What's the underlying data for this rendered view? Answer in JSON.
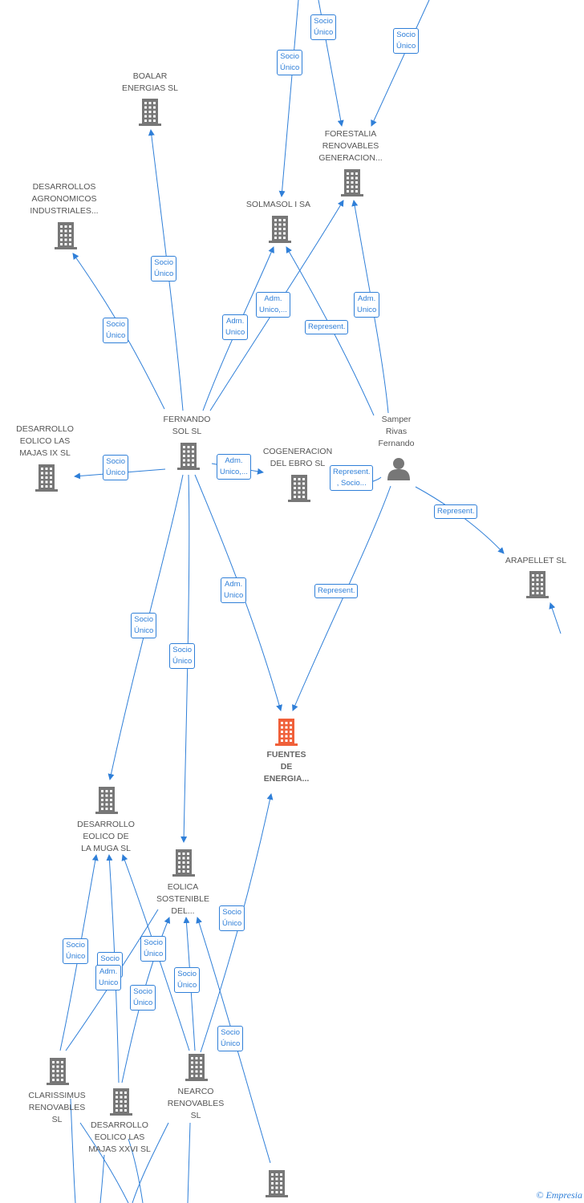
{
  "nodes": [
    {
      "id": "boalar",
      "label": "BOALAR\nENERGIAS  SL",
      "type": "company"
    },
    {
      "id": "forestalia",
      "label": "FORESTALIA\nRENOVABLES\nGENERACION...",
      "type": "company"
    },
    {
      "id": "solmasol",
      "label": "SOLMASOL I SA",
      "type": "company"
    },
    {
      "id": "agronomicos",
      "label": "DESARROLLOS\nAGRONOMICOS\nINDUSTRIALES...",
      "type": "company"
    },
    {
      "id": "fernando_sol",
      "label": "FERNANDO\nSOL SL",
      "type": "company"
    },
    {
      "id": "samper",
      "label": "Samper\nRivas\nFernando",
      "type": "person"
    },
    {
      "id": "majas_ix",
      "label": "DESARROLLO\nEOLICO LAS\nMAJAS IX  SL",
      "type": "company"
    },
    {
      "id": "cogeneracion",
      "label": "COGENERACION\nDEL EBRO  SL",
      "type": "company"
    },
    {
      "id": "arapellet",
      "label": "ARAPELLET  SL",
      "type": "company"
    },
    {
      "id": "fuentes",
      "label": "FUENTES\nDE\nENERGIA...",
      "type": "focus"
    },
    {
      "id": "muga",
      "label": "DESARROLLO\nEOLICO DE\nLA MUGA SL",
      "type": "company"
    },
    {
      "id": "eolica_sost",
      "label": "EOLICA\nSOSTENIBLE\nDEL...",
      "type": "company"
    },
    {
      "id": "clarissimus",
      "label": "CLARISSIMUS\nRENOVABLES\nSL",
      "type": "company"
    },
    {
      "id": "nearco",
      "label": "NEARCO\nRENOVABLES\nSL",
      "type": "company"
    },
    {
      "id": "majas_xxvi",
      "label": "DESARROLLO\nEOLICO LAS\nMAJAS XXVI  SL",
      "type": "company"
    },
    {
      "id": "bottom_company",
      "label": "",
      "type": "company"
    }
  ],
  "edges": [
    {
      "label": "Socio\nÚnico"
    },
    {
      "label": "Socio\nÚnico"
    },
    {
      "label": "Socio\nÚnico"
    },
    {
      "label": "Socio\nÚnico"
    },
    {
      "label": "Socio\nÚnico"
    },
    {
      "label": "Adm.\nUnico,..."
    },
    {
      "label": "Adm.\nUnico"
    },
    {
      "label": "Represent."
    },
    {
      "label": "Adm.\nUnico"
    },
    {
      "label": "Socio\nÚnico"
    },
    {
      "label": "Adm.\nUnico,..."
    },
    {
      "label": "Represent.\n, Socio..."
    },
    {
      "label": "Represent."
    },
    {
      "label": "Socio\nÚnico"
    },
    {
      "label": "Socio\nÚnico"
    },
    {
      "label": "Adm.\nUnico"
    },
    {
      "label": "Represent."
    },
    {
      "label": "Socio\nÚnico"
    },
    {
      "label": "Socio\nÚnico"
    },
    {
      "label": "Socio\nÚnico"
    },
    {
      "label": "Socio\nÚnico"
    },
    {
      "label": "Socio\nÚnico"
    },
    {
      "label": "Socio\nÚnico"
    },
    {
      "label": "Socio\nÚnico"
    },
    {
      "label": "Adm.\nUnico"
    }
  ],
  "footer": {
    "symbol": "©",
    "brand": "Empresia"
  },
  "colors": {
    "edge": "#2f7fd8",
    "company_icon": "#777777",
    "focus_icon": "#f0603a"
  }
}
